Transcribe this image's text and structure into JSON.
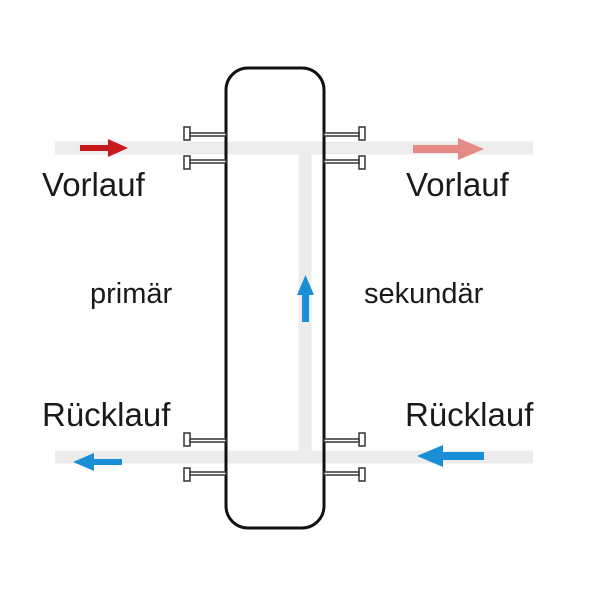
{
  "labels": {
    "flow_left": "Vorlauf",
    "flow_right": "Vorlauf",
    "side_primary": "primär",
    "side_secondary": "sekundär",
    "return_left": "Rücklauf",
    "return_right": "Rücklauf"
  },
  "colors": {
    "pipe": "#ececec",
    "outline": "#111111",
    "hot": "#c8191d",
    "hot_light": "#e38b84",
    "cold": "#1b8ed8"
  },
  "icons": {
    "flow_arrow": "arrow-right",
    "return_arrow": "arrow-left",
    "vertical_flow_arrow": "arrow-up",
    "flange": "pipe-flange"
  }
}
